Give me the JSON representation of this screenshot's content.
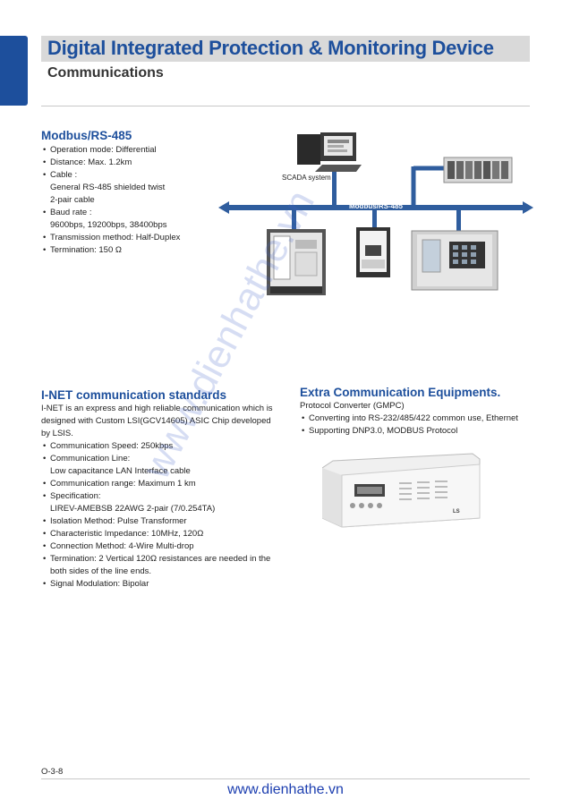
{
  "header": {
    "title": "Digital Integrated Protection & Monitoring Device",
    "subtitle": "Communications"
  },
  "modbus": {
    "heading": "Modbus/RS-485",
    "items": [
      {
        "text": "Operation mode: Differential"
      },
      {
        "text": "Distance: Max. 1.2km"
      },
      {
        "text": "Cable :",
        "cont": [
          "General RS-485 shielded twist",
          "2-pair cable"
        ]
      },
      {
        "text": "Baud rate :",
        "cont": [
          "9600bps, 19200bps, 38400bps"
        ]
      },
      {
        "text": "Transmission method: Half-Duplex"
      },
      {
        "text": "Termination: 150 Ω"
      }
    ]
  },
  "diagram": {
    "scada_label": "SCADA system",
    "bus_label": "Modbus/RS-485"
  },
  "inet": {
    "heading": "I-NET communication standards",
    "intro": [
      "I-NET is an express and high reliable communication which is",
      "designed with Custom LSI(GCV14605) ASIC Chip developed",
      "by LSIS."
    ],
    "items": [
      {
        "text": "Communication Speed: 250kbps"
      },
      {
        "text": "Communication Line:",
        "cont": [
          "Low capacitance LAN Interface cable"
        ]
      },
      {
        "text": "Communication range: Maximum 1 km"
      },
      {
        "text": "Specification:",
        "cont": [
          "LIREV-AMEBSB 22AWG 2-pair (7/0.254TA)"
        ]
      },
      {
        "text": "Isolation Method: Pulse Transformer"
      },
      {
        "text": "Characteristic Impedance: 10MHz, 120Ω"
      },
      {
        "text": "Connection Method: 4-Wire Multi-drop"
      },
      {
        "text": "Termination: 2 Vertical 120Ω resistances are needed in the",
        "cont": [
          "both sides of the line ends."
        ]
      },
      {
        "text": "Signal Modulation: Bipolar"
      }
    ]
  },
  "extra": {
    "heading": "Extra Communication Equipments.",
    "intro": "Protocol Converter (GMPC)",
    "items": [
      {
        "text": "Converting into RS-232/485/422 common use, Ethernet"
      },
      {
        "text": "Supporting DNP3.0, MODBUS Protocol"
      }
    ],
    "device_brand": "LS"
  },
  "watermark": "www.dienhathe.vn",
  "footer": {
    "page_number": "O-3-8",
    "link": "www.dienhathe.vn"
  },
  "colors": {
    "accent": "#1d4f9c",
    "bus": "#2f5d9e",
    "link": "#1d3fb0"
  }
}
